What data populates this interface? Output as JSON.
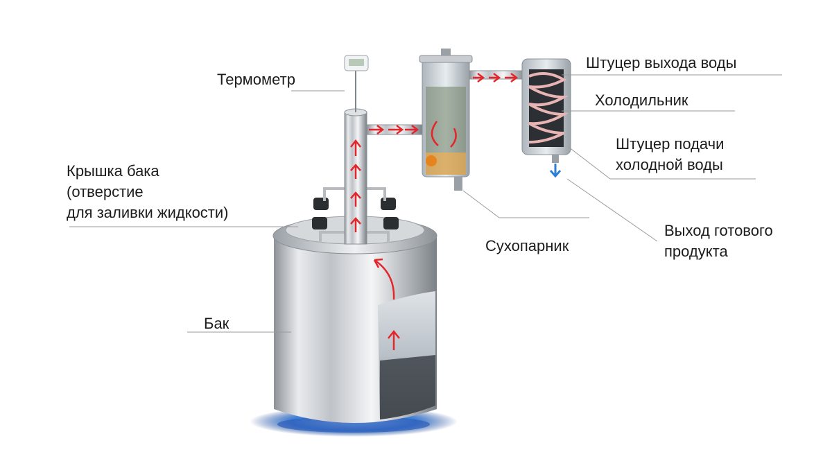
{
  "labels": {
    "thermometer": "Термометр",
    "lid_line1": "Крышка бака",
    "lid_line2": "(отверстие",
    "lid_line3": "для заливки жидкости)",
    "tank": "Бак",
    "dryer": "Сухопарник",
    "water_out": "Штуцер выхода воды",
    "cooler": "Холодильник",
    "water_in_line1": "Штуцер подачи",
    "water_in_line2": "холодной воды",
    "product_line1": "Выход готового",
    "product_line2": "продукта"
  },
  "colors": {
    "flow_arrow": "#e3262b",
    "product_arrow": "#2b7fd6",
    "leader_line": "#9a9a9a",
    "steel": "#c9ccd0",
    "flame": "#3a7fd8"
  }
}
